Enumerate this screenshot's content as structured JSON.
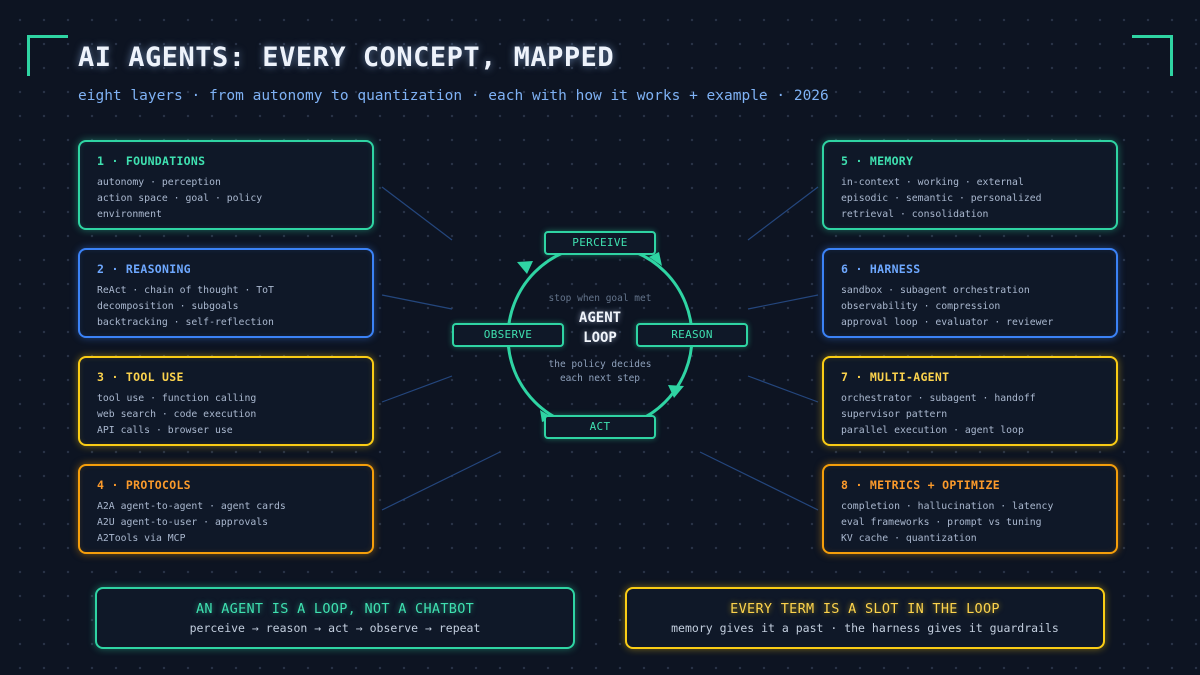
{
  "header": {
    "title": "AI AGENTS: EVERY CONCEPT, MAPPED",
    "subtitle": "eight layers · from autonomy to quantization · each with how it works + example · 2026"
  },
  "layers": [
    {
      "title": "1 · FOUNDATIONS",
      "color": "teal",
      "lines": [
        "autonomy · perception",
        "action space · goal · policy",
        "environment"
      ]
    },
    {
      "title": "2 · REASONING",
      "color": "blue",
      "lines": [
        "ReAct · chain of thought · ToT",
        "decomposition · subgoals",
        "backtracking · self-reflection"
      ]
    },
    {
      "title": "3 · TOOL USE",
      "color": "yellow",
      "lines": [
        "tool use · function calling",
        "web search · code execution",
        "API calls · browser use"
      ]
    },
    {
      "title": "4 · PROTOCOLS",
      "color": "orange",
      "lines": [
        "A2A agent-to-agent · agent cards",
        "A2U agent-to-user · approvals",
        "A2Tools via MCP"
      ]
    },
    {
      "title": "5 · MEMORY",
      "color": "teal",
      "lines": [
        "in-context · working · external",
        "episodic · semantic · personalized",
        "retrieval · consolidation"
      ]
    },
    {
      "title": "6 · HARNESS",
      "color": "blue",
      "lines": [
        "sandbox · subagent orchestration",
        "observability · compression",
        "approval loop · evaluator · reviewer"
      ]
    },
    {
      "title": "7 · MULTI-AGENT",
      "color": "yellow",
      "lines": [
        "orchestrator · subagent · handoff",
        "supervisor pattern",
        "parallel execution · agent loop"
      ]
    },
    {
      "title": "8 · METRICS + OPTIMIZE",
      "color": "orange",
      "lines": [
        "completion · hallucination · latency",
        "eval frameworks · prompt vs tuning",
        "KV cache · quantization"
      ]
    }
  ],
  "loop": {
    "nodes": {
      "perceive": "PERCEIVE",
      "reason": "REASON",
      "act": "ACT",
      "observe": "OBSERVE"
    },
    "top_note": "stop when goal met",
    "title_line1": "AGENT",
    "title_line2": "LOOP",
    "bottom_note_line1": "the policy decides",
    "bottom_note_line2": "each next step"
  },
  "banners": {
    "left": {
      "title": "AN AGENT IS A LOOP, NOT A CHATBOT",
      "subtitle": "perceive → reason → act → observe → repeat"
    },
    "right": {
      "title": "EVERY TERM IS A SLOT IN THE LOOP",
      "subtitle": "memory gives it a past · the harness gives it guardrails"
    }
  },
  "colors": {
    "teal": "#2fd4a3",
    "blue": "#3b82f6",
    "yellow": "#facc15",
    "orange": "#f59e0b",
    "background": "#0d1422"
  }
}
